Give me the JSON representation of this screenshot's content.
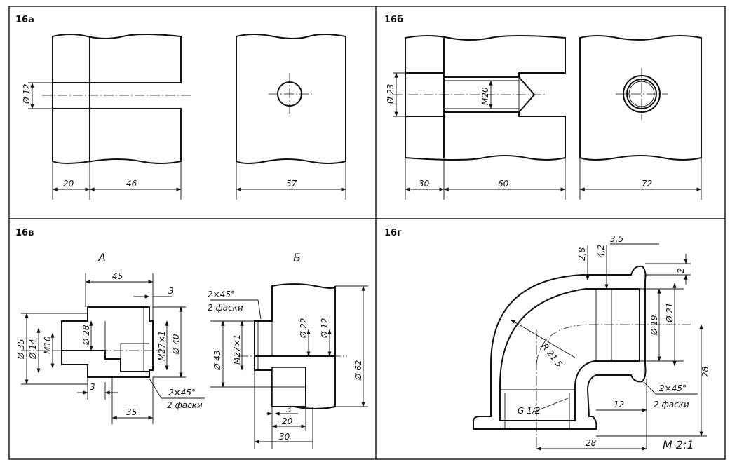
{
  "panels": {
    "a": {
      "label": "16а",
      "dims": {
        "d_hole": "Ø 12",
        "len_left": "20",
        "len_right": "46",
        "width": "57"
      }
    },
    "b": {
      "label": "16б",
      "dims": {
        "d_bore": "Ø 23",
        "thread": "M20",
        "len_left": "30",
        "len_right": "60",
        "width": "72"
      }
    },
    "v": {
      "label": "16в",
      "part_a": {
        "title": "А",
        "dims": {
          "len_top": "45",
          "step": "3",
          "d35": "Ø 35",
          "d14": "Ø 14",
          "m10": "M10",
          "d28": "Ø 28",
          "thread": "M27×1",
          "d40": "Ø 40",
          "gap": "3",
          "len_bottom": "35",
          "chamfer": "2×45°",
          "chamfer_note": "2 фаски"
        }
      },
      "part_b": {
        "title": "Б",
        "dims": {
          "chamfer": "2×45°",
          "chamfer_note": "2 фаски",
          "d43": "Ø 43",
          "thread": "M27×1",
          "d22": "Ø 22",
          "d12": "Ø 12",
          "d62": "Ø 62",
          "len3": "3",
          "len20": "20",
          "len30": "30"
        }
      }
    },
    "g": {
      "label": "16г",
      "dims": {
        "wall": "2,8",
        "d42": "4,2",
        "d35": "3,5",
        "lip": "2",
        "d19": "Ø 19",
        "d21": "Ø 21",
        "radius": "R 21,5",
        "thread": "G 1/2",
        "h28": "28",
        "len12": "12",
        "len28": "28",
        "chamfer": "2×45°",
        "chamfer_note": "2 фаски"
      },
      "scale": "М 2:1"
    }
  }
}
